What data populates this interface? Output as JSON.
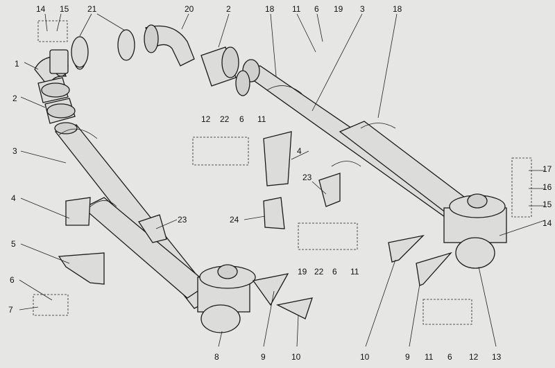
{
  "title": "Exhaust pipe assembly exploded parts diagram",
  "labels": [
    "14",
    "15",
    "21",
    "20",
    "2",
    "18",
    "11",
    "6",
    "19",
    "3",
    "18",
    "1",
    "2",
    "3",
    "4",
    "5",
    "6",
    "7",
    "12",
    "22",
    "6",
    "11",
    "4",
    "23",
    "24",
    "23",
    "19",
    "22",
    "6",
    "11",
    "17",
    "16",
    "15",
    "14",
    "8",
    "9",
    "10",
    "10",
    "9",
    "11",
    "6",
    "12",
    "13"
  ]
}
